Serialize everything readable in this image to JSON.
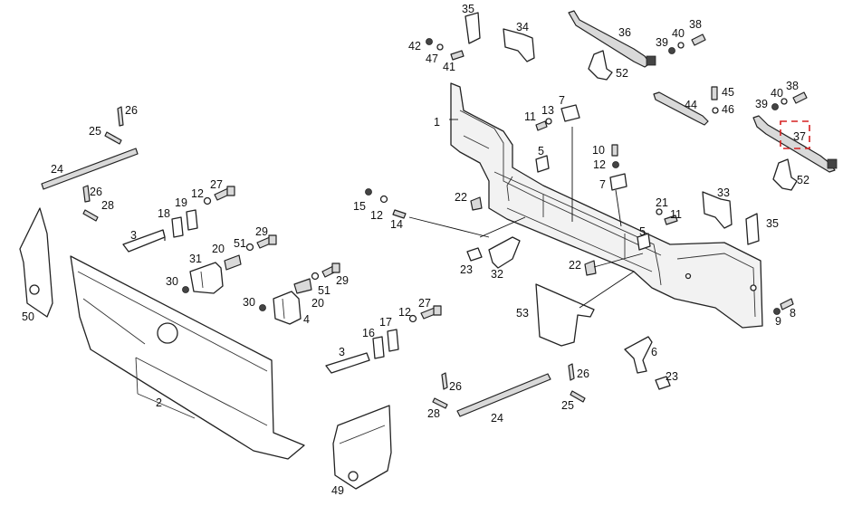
{
  "diagram": {
    "callouts": [
      "1",
      "2",
      "3",
      "3",
      "4",
      "5",
      "5",
      "6",
      "7",
      "7",
      "8",
      "9",
      "10",
      "11",
      "11",
      "12",
      "12",
      "12",
      "12",
      "13",
      "14",
      "15",
      "16",
      "17",
      "18",
      "19",
      "20",
      "20",
      "21",
      "22",
      "22",
      "23",
      "23",
      "24",
      "24",
      "25",
      "25",
      "26",
      "26",
      "26",
      "26",
      "27",
      "27",
      "28",
      "28",
      "29",
      "29",
      "30",
      "30",
      "31",
      "32",
      "33",
      "34",
      "35",
      "35",
      "36",
      "37",
      "38",
      "38",
      "39",
      "39",
      "40",
      "40",
      "41",
      "42",
      "44",
      "45",
      "46",
      "47",
      "49",
      "50",
      "51",
      "51",
      "52",
      "52",
      "53"
    ],
    "highlighted_callout": "37",
    "colors": {
      "highlight": "#d62020",
      "line": "#222222",
      "fill": "#f2f2f2"
    }
  }
}
